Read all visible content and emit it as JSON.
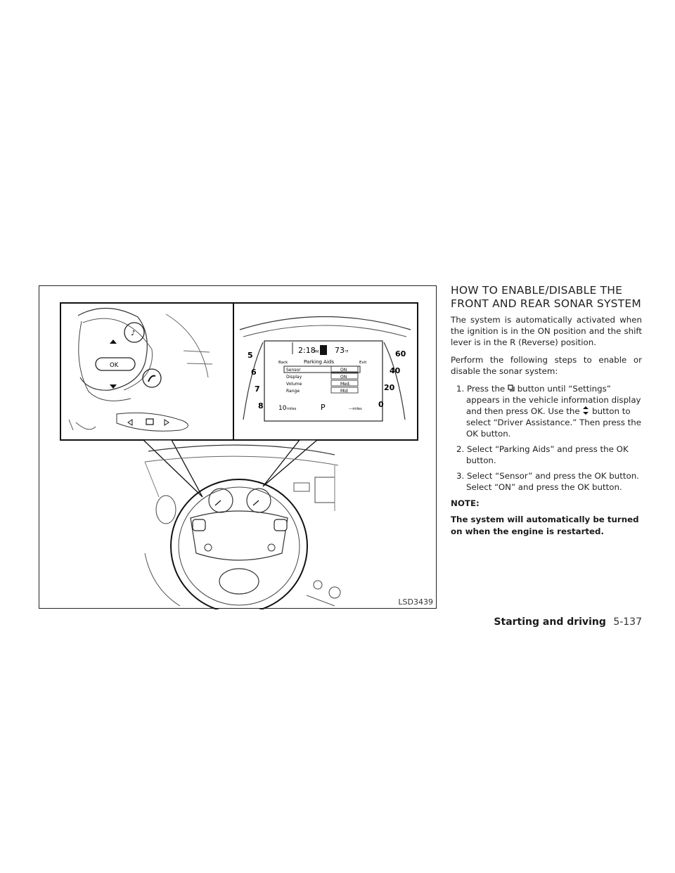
{
  "figure": {
    "code": "LSD3439",
    "wheel_controls": {
      "ok_label": "OK"
    },
    "display": {
      "back_label": "Back",
      "exit_label": "Exit",
      "title": "Parking Aids",
      "clock": "2:18",
      "clock_suffix": "PM",
      "temperature": "73",
      "temperature_unit": "°F",
      "gear": "P",
      "range_value": "10",
      "range_unit": "miles",
      "fuel_range": "---miles",
      "tach_numbers": [
        "5",
        "6",
        "7",
        "8"
      ],
      "speed_numbers": [
        "60",
        "40",
        "20",
        "0"
      ],
      "menu": [
        {
          "label": "Sensor",
          "value": "ON"
        },
        {
          "label": "Display",
          "value": "ON"
        },
        {
          "label": "Volume",
          "value": "Med."
        },
        {
          "label": "Range",
          "value": "Mid"
        }
      ]
    }
  },
  "section": {
    "heading_line1": "HOW TO ENABLE/DISABLE THE",
    "heading_line2": "FRONT AND REAR SONAR SYSTEM",
    "intro": "The system is automatically activated when the ignition is in the ON position and the shift lever is in the R (Reverse) position.",
    "lead": "Perform the following steps to enable or disable the sonar system:",
    "steps": [
      {
        "number": "1.",
        "part1": "Press the",
        "part2": "button until “Settings” appears in the vehicle information display and then press OK. Use the",
        "part3": "button to select “Driver Assistance.” Then press the OK button."
      },
      {
        "number": "2.",
        "text": "Select “Parking Aids” and press the OK button."
      },
      {
        "number": "3.",
        "text": "Select “Sensor” and press the OK button. Select “ON” and press the OK button."
      }
    ],
    "note_label": "NOTE:",
    "note_text": "The system will automatically be turned on when the engine is restarted."
  },
  "footer": {
    "section": "Starting and driving",
    "page": "5-137"
  }
}
